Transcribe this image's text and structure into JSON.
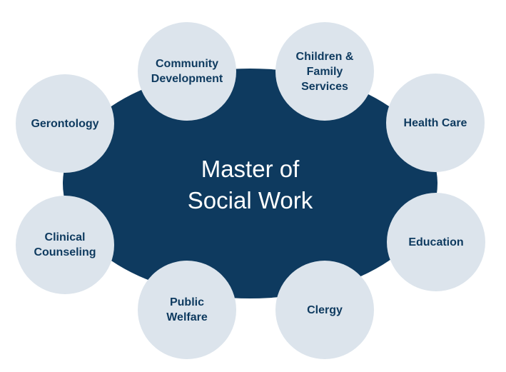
{
  "colors": {
    "hub_fill": "#0e3a5f",
    "hub_text": "#ffffff",
    "node_fill": "#dce4ec",
    "node_text": "#0e3a5f"
  },
  "hub": {
    "title": "Master of\nSocial Work"
  },
  "nodes": [
    {
      "label": "Community\nDevelopment"
    },
    {
      "label": "Children &\nFamily\nServices"
    },
    {
      "label": "Gerontology"
    },
    {
      "label": "Health Care"
    },
    {
      "label": "Clinical\nCounseling"
    },
    {
      "label": "Education"
    },
    {
      "label": "Public\nWelfare"
    },
    {
      "label": "Clergy"
    }
  ]
}
